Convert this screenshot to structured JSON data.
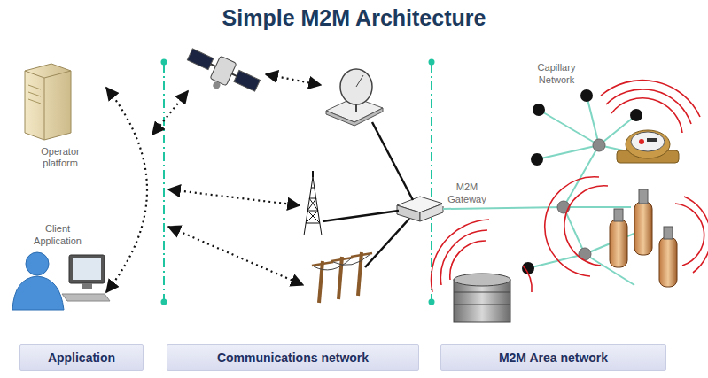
{
  "diagram": {
    "title": "Simple M2M Architecture",
    "nodes": [
      {
        "text": [
          "Operator platform"
        ]
      },
      {
        "text": [
          "Client Application"
        ]
      },
      {
        "text": [
          "Application"
        ]
      },
      {
        "text": [
          "Communications network"
        ]
      },
      {
        "text": [
          "M2M Area network"
        ]
      }
    ],
    "edges": [
      {
        "from": 0,
        "to": 1,
        "arrow": "both"
      }
    ],
    "labels": [
      "Capillary Network",
      "M2M Gateway"
    ]
  }
}
